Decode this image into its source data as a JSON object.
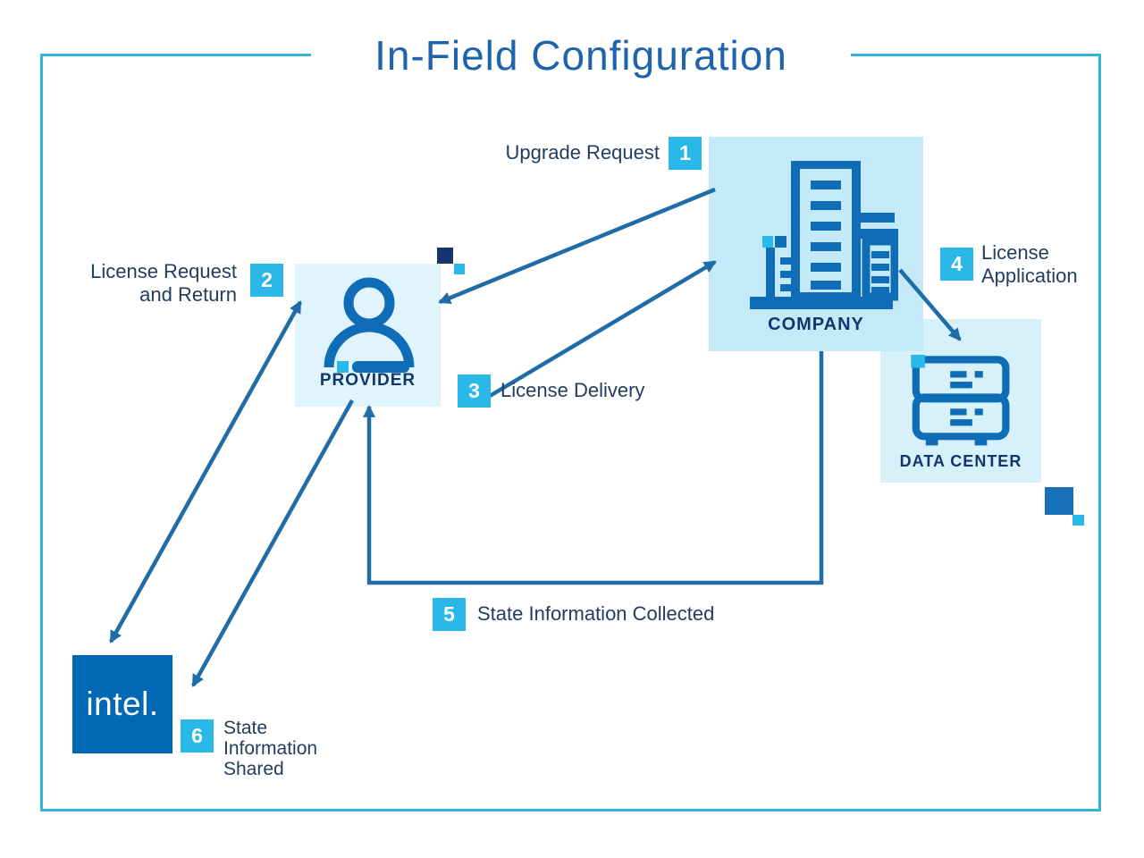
{
  "title": "In-Field Configuration",
  "brand": {
    "logo_text": "intel."
  },
  "nodes": {
    "provider": {
      "label": "PROVIDER"
    },
    "company": {
      "label": "COMPANY"
    },
    "datacenter": {
      "label": "DATA CENTER"
    }
  },
  "steps": [
    {
      "num": "1",
      "label": "Upgrade Request"
    },
    {
      "num": "2",
      "label": "License Request\nand Return"
    },
    {
      "num": "3",
      "label": "License Delivery"
    },
    {
      "num": "4",
      "label": "License\nApplication"
    },
    {
      "num": "5",
      "label": "State Information Collected"
    },
    {
      "num": "6",
      "label": "State\nInformation\nShared"
    }
  ],
  "colors": {
    "frame_teal": "#32b6d4",
    "title_blue": "#1f63ac",
    "arrow_blue": "#1f6ca6",
    "badge_cyan": "#29b8e8",
    "icon_blue": "#0e6db6",
    "intel_blue": "#0068b5",
    "label_navy": "#223d60",
    "node_navy": "#12356b",
    "card_company_bg": "#c4eafa",
    "card_provider_bg": "#dff4fc",
    "card_datacenter_bg": "#d7f1fb"
  }
}
